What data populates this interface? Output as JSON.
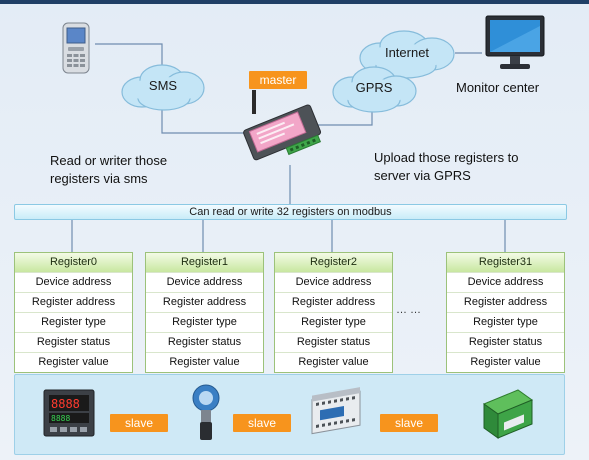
{
  "clouds": {
    "sms": "SMS",
    "gprs": "GPRS",
    "internet": "Internet"
  },
  "labels": {
    "monitor_center": "Monitor center",
    "master": "master",
    "read_write_sms": "Read or writer those registers via sms",
    "upload_gprs": "Upload  those registers to server via GPRS"
  },
  "bus": {
    "label": "Can read or write 32 registers on modbus"
  },
  "registers": [
    {
      "title": "Register0",
      "rows": [
        "Device address",
        "Register address",
        "Register type",
        "Register status",
        "Register value"
      ]
    },
    {
      "title": "Register1",
      "rows": [
        "Device address",
        "Register address",
        "Register type",
        "Register status",
        "Register value"
      ]
    },
    {
      "title": "Register2",
      "rows": [
        "Device address",
        "Register address",
        "Register type",
        "Register status",
        "Register value"
      ]
    },
    {
      "title": "Register31",
      "rows": [
        "Device address",
        "Register address",
        "Register type",
        "Register status",
        "Register value"
      ]
    }
  ],
  "ellipsis": "… …",
  "slaves": [
    "slave",
    "slave",
    "slave"
  ],
  "colors": {
    "tag_orange": "#f7941d",
    "register_green": "#c8e7a0",
    "bus_blue": "#c9ecf8",
    "slave_panel": "#cfe9f6"
  },
  "icons": [
    "mobile-phone-icon",
    "monitor-icon",
    "gsm-modem-icon",
    "temperature-controller-icon",
    "sensor-transmitter-icon",
    "plc-module-icon",
    "signal-isolator-icon"
  ]
}
